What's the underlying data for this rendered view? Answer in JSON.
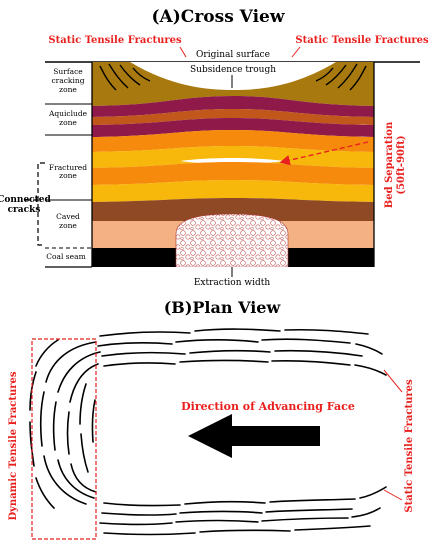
{
  "cross_view": {
    "title": "(A)Cross View",
    "label_static_left": "Static Tensile Fractures",
    "label_static_right": "Static Tensile Fractures",
    "label_original_surface": "Original surface",
    "label_subsidence_trough": "Subsidence trough",
    "zones": {
      "surface_1": "Surface",
      "surface_2": "cracking",
      "surface_3": "zone",
      "aquiclude_1": "Aquiclude",
      "aquiclude_2": "zone",
      "fractured_1": "Fractured",
      "fractured_2": "zone",
      "connected_1": "Connected",
      "connected_2": "cracks",
      "caved_1": "Caved",
      "caved_2": "zone",
      "coal_seam": "Coal seam"
    },
    "label_bed_separation_1": "Bed Separation",
    "label_bed_separation_2": "(50ft-90ft)",
    "label_extraction_width": "Extraction width",
    "colors": {
      "surface_layer": "#a8790e",
      "aquiclude_dark": "#8f1a4a",
      "aquiclude_light": "#c2571b",
      "fractured_1": "#f58a0c",
      "fractured_2": "#f7b70b",
      "caved": "#8f4a25",
      "caved_lower": "#f4b183",
      "coal": "#000000",
      "annotation_red": "#e8201e"
    }
  },
  "plan_view": {
    "title": "(B)Plan View",
    "label_dynamic": "Dynamic Tensile Fractures",
    "label_static": "Static Tensile Fractures",
    "label_direction": "Direction of Advancing Face",
    "arrow_color": "#000000",
    "label_color": "#e8201e"
  }
}
